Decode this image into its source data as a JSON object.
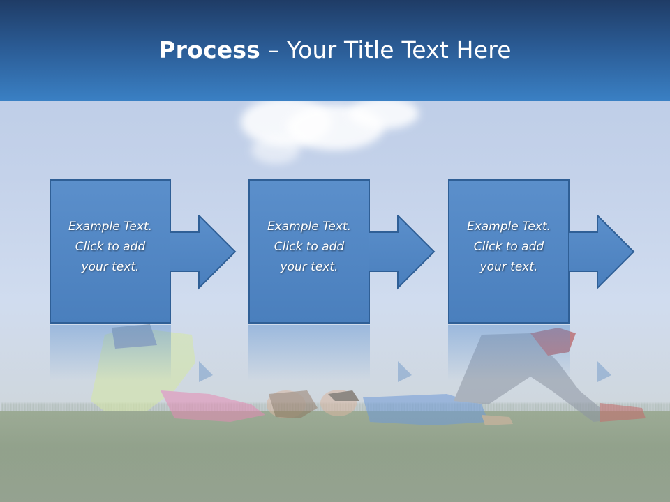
{
  "slide": {
    "title_bold": "Process",
    "title_rest": " – Your Title Text Here"
  },
  "steps": [
    {
      "line1": "Example Text.",
      "line2": "Click  to add",
      "line3": "your text."
    },
    {
      "line1": "Example Text.",
      "line2": "Click  to add",
      "line3": "your text."
    },
    {
      "line1": "Example Text.",
      "line2": "Click  to add",
      "line3": "your text."
    }
  ],
  "colors": {
    "title_bar": "#2a5a93",
    "box_fill": "#4a7fbd",
    "box_border": "#2f5f96"
  }
}
